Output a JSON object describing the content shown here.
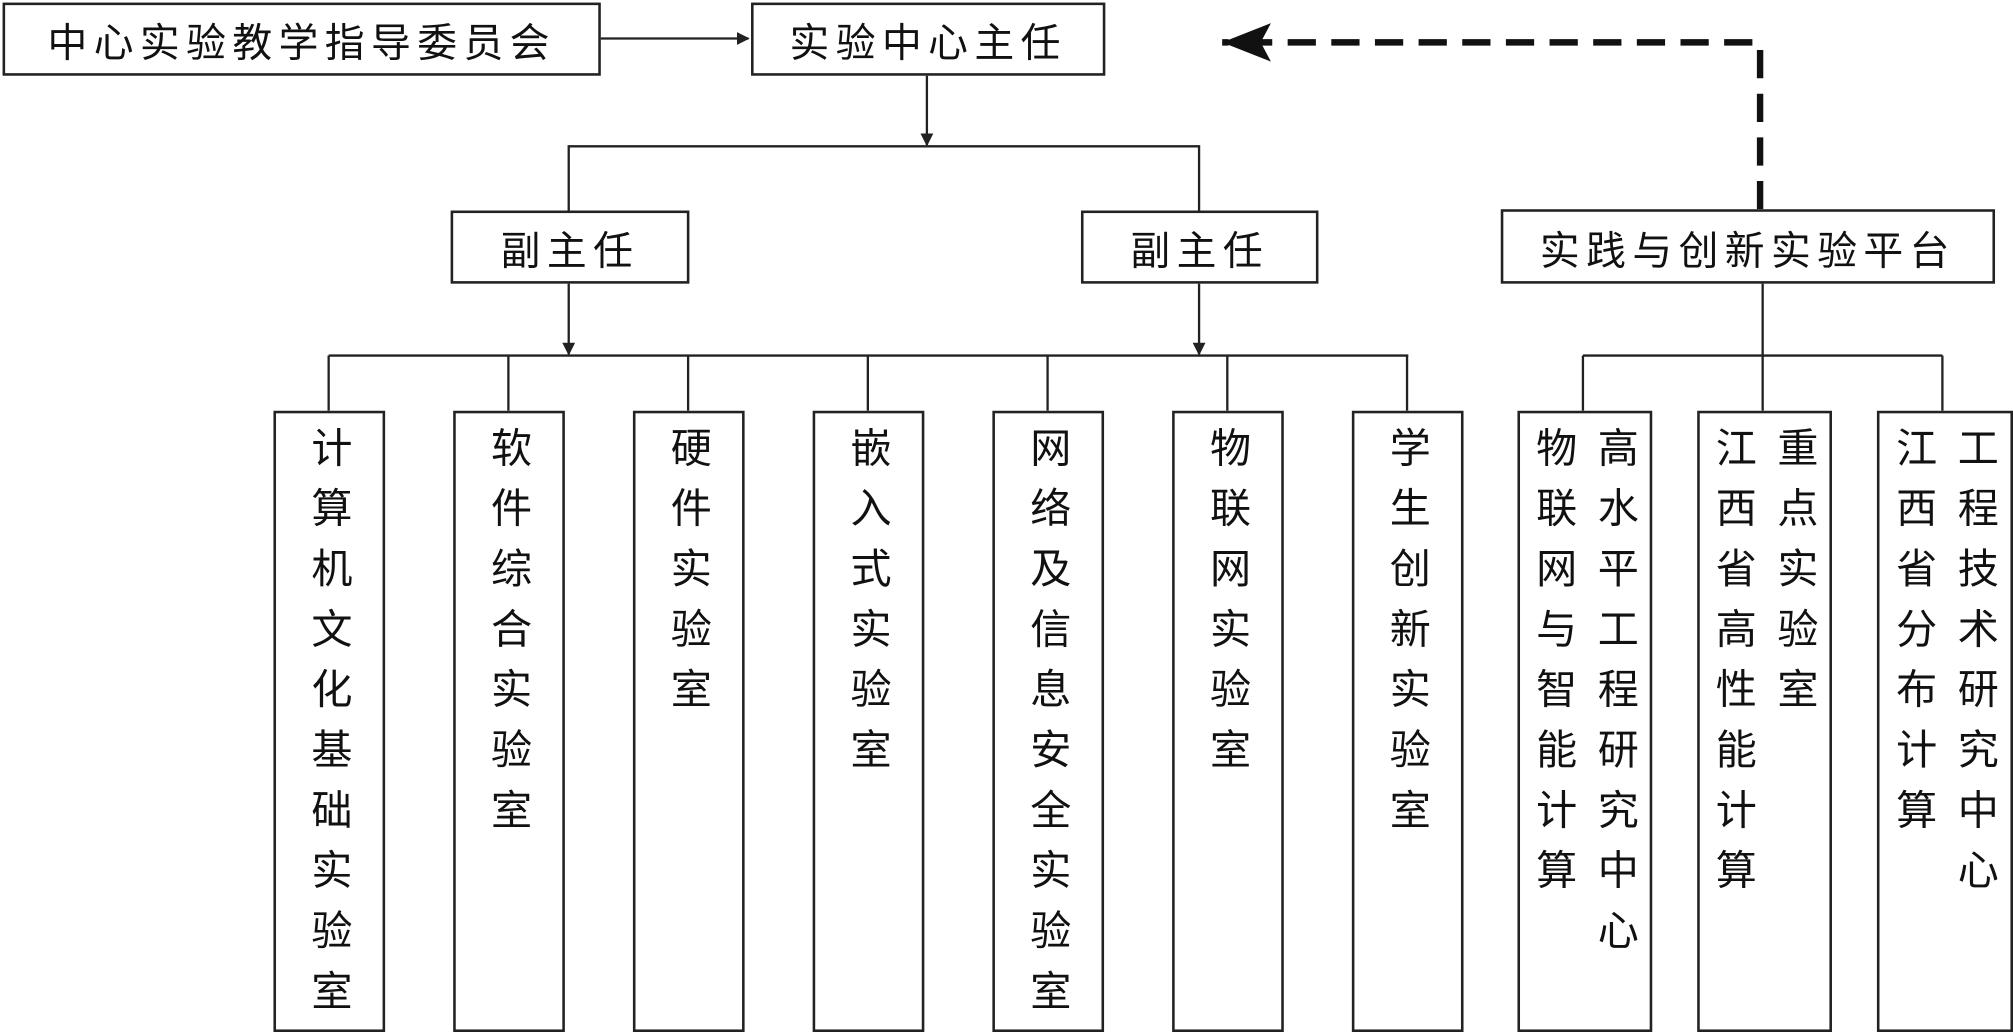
{
  "nodes": {
    "committee": "中心实验教学指导委员会",
    "director": "实验中心主任",
    "deputy_left": "副主任",
    "deputy_right": "副主任",
    "platform": "实践与创新实验平台"
  },
  "labs": [
    "计算机文化基础实验室",
    "软件综合实验室",
    "硬件实验室",
    "嵌入式实验室",
    "网络及信息安全实验室",
    "物联网实验室",
    "学生创新实验室"
  ],
  "platform_units": [
    {
      "left": "物联网与智能计算",
      "right": "高水平工程研究中心"
    },
    {
      "left": "江西省高性能计算",
      "right": "重点实验室"
    },
    {
      "left": "江西省分布计算",
      "right": "工程技术研究中心"
    }
  ],
  "colors": {
    "line": "#222222",
    "background": "#ffffff"
  }
}
